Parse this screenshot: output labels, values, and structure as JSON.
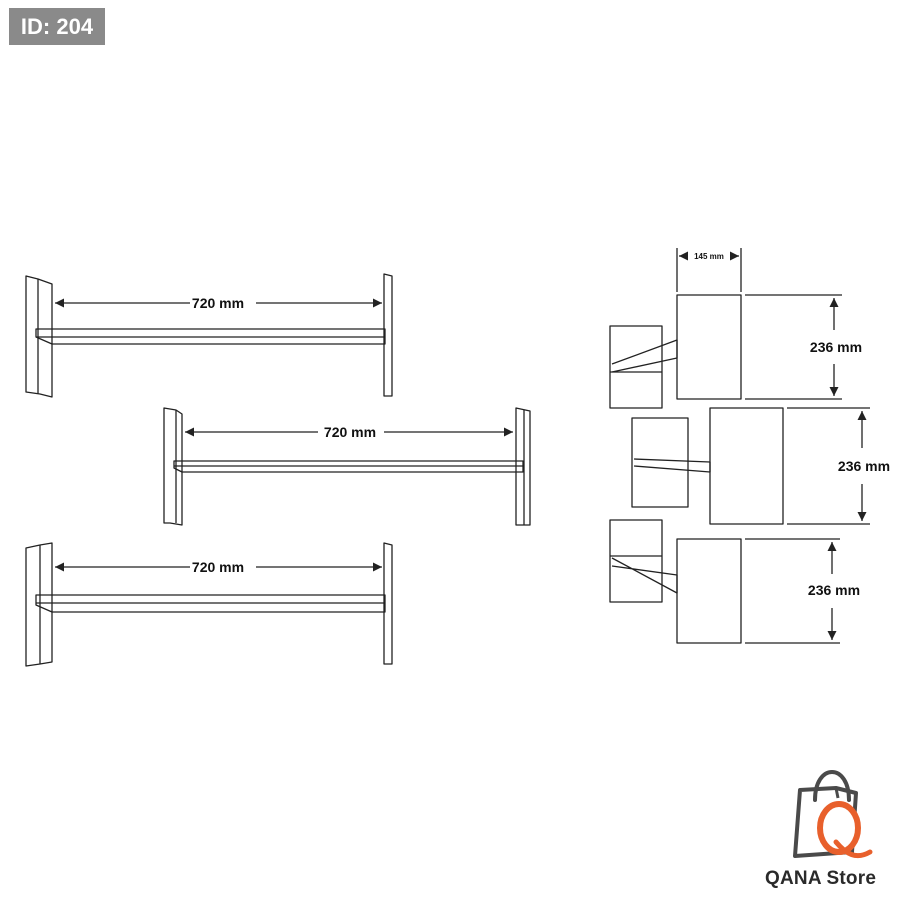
{
  "badge": {
    "text": "ID: 204"
  },
  "front_view": {
    "shelves": [
      {
        "width_label": "720 mm"
      },
      {
        "width_label": "720 mm"
      },
      {
        "width_label": "720 mm"
      }
    ]
  },
  "side_view": {
    "depth_label": "145 mm",
    "shelves": [
      {
        "height_label": "236 mm"
      },
      {
        "height_label": "236 mm"
      },
      {
        "height_label": "236 mm"
      }
    ]
  },
  "brand": {
    "logo_letter": "Q",
    "name": "QANA Store",
    "accent_color": "#e8602c",
    "dark_color": "#4a4a4a"
  },
  "colors": {
    "line": "#222222",
    "badge_bg": "#8a8a8a"
  }
}
